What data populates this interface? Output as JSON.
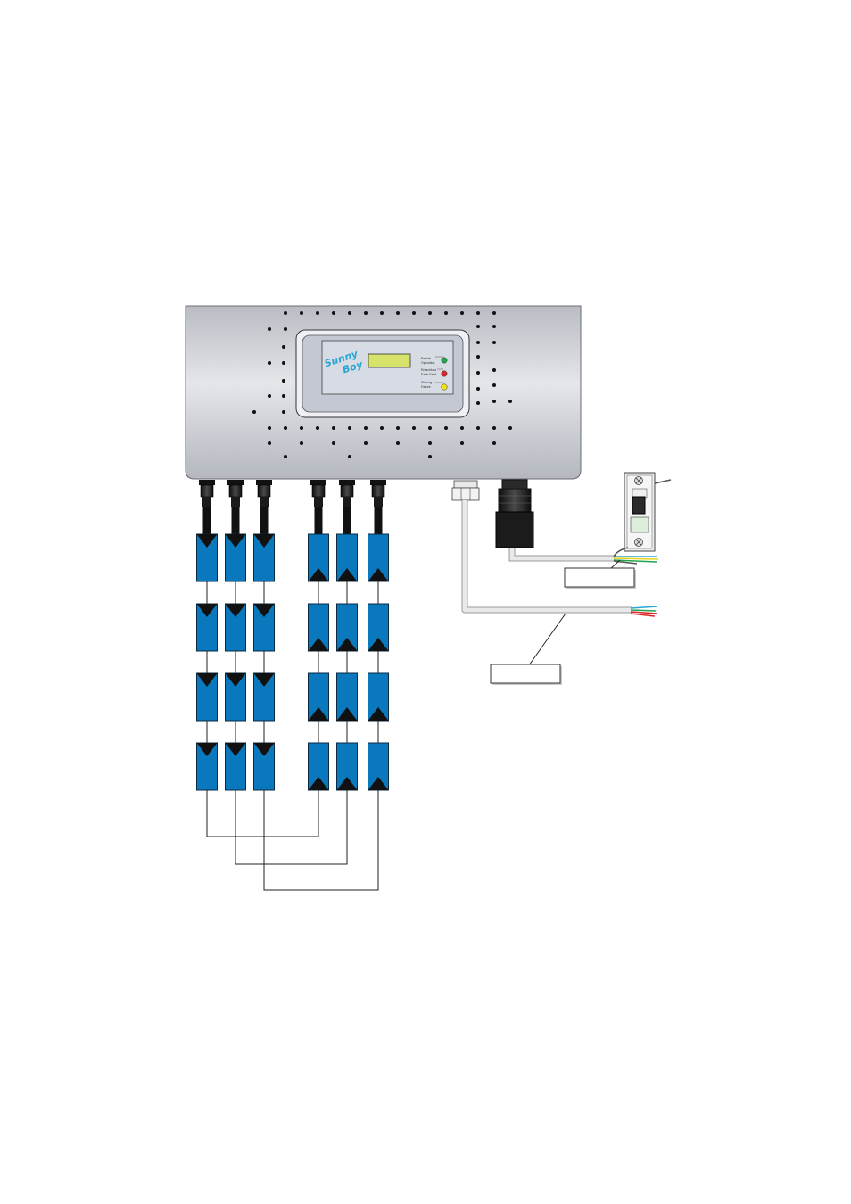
{
  "device": {
    "logo_line1": "Sunny",
    "logo_line2": "Boy",
    "leds": [
      {
        "label_line1": "Betrieb",
        "label_line2": "Operation",
        "color": "#1fa64a"
      },
      {
        "label_line1": "Erdschluss",
        "label_line2": "Earth Fault",
        "color": "#d8262c"
      },
      {
        "label_line1": "Störung",
        "label_line2": "Failure",
        "color": "#f1e21a"
      }
    ]
  },
  "colors": {
    "housing": "#c9ccd3",
    "panel": "#d7dbe4",
    "lcd": "#d6e26a",
    "module": "#0a78bd",
    "cable": "#1a1a1a"
  },
  "callouts": {
    "ac_connection": "",
    "communication": ""
  },
  "pv_arrays": {
    "left_strings": 3,
    "right_strings": 3,
    "modules_per_string": 4
  }
}
